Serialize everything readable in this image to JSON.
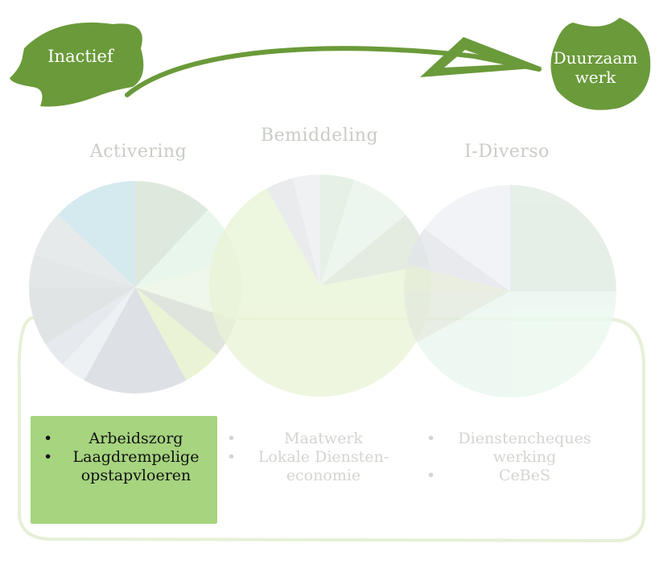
{
  "start": {
    "label": "Inactief"
  },
  "end": {
    "line1": "Duurzaam",
    "line2": "werk"
  },
  "columns": [
    {
      "title": "Activering",
      "items": [
        "Arbeidszorg",
        "Laagdrempelige opstapvloeren"
      ]
    },
    {
      "title": "Bemiddeling",
      "items": [
        "Maatwerk",
        "Lokale Diensten-economie"
      ]
    },
    {
      "title": "I-Diverso",
      "items": [
        "Dienstencheques werking",
        "CeBeS"
      ]
    }
  ],
  "col1": {
    "item1": "Arbeidszorg",
    "item2a": "Laagdrempelige",
    "item2b": "opstapvloeren"
  },
  "col2": {
    "item1": "Maatwerk",
    "item2a": "Lokale Diensten-",
    "item2b": "economie"
  },
  "col3": {
    "item1a": "Dienstencheques",
    "item1b": "werking",
    "item2": "CeBeS"
  },
  "bullet": "•",
  "colors": {
    "brand_green": "#6a9a3a",
    "highlight_green": "#a6d47f",
    "muted_text": "#c9cdc6",
    "outline_green": "#e6f0d8"
  },
  "pies": [
    {
      "name": "activering",
      "slices": [
        {
          "value": 12,
          "color": "#dde9dc"
        },
        {
          "value": 9,
          "color": "#e9f6ec"
        },
        {
          "value": 9,
          "color": "#eef7ea"
        },
        {
          "value": 6,
          "color": "#dfe5dc"
        },
        {
          "value": 6,
          "color": "#eaf4d5"
        },
        {
          "value": 16,
          "color": "#dde1e6"
        },
        {
          "value": 4,
          "color": "#eef1f3"
        },
        {
          "value": 4,
          "color": "#e6eaee"
        },
        {
          "value": 9,
          "color": "#e1e4e5"
        },
        {
          "value": 5,
          "color": "#e4e7e8"
        },
        {
          "value": 7,
          "color": "#e7eaeb"
        },
        {
          "value": 13,
          "color": "#d5eaee"
        }
      ]
    },
    {
      "name": "bemiddeling",
      "slices": [
        {
          "value": 5,
          "color": "#dfeedf"
        },
        {
          "value": 9,
          "color": "#e7f4ea"
        },
        {
          "value": 8,
          "color": "#dde6d8"
        },
        {
          "value": 70,
          "color": "#e9f4d6"
        },
        {
          "value": 4,
          "color": "#e3e6e8"
        },
        {
          "value": 4,
          "color": "#eceef0"
        }
      ]
    },
    {
      "name": "i-diverso",
      "slices": [
        {
          "value": 25,
          "color": "#e0ece2"
        },
        {
          "value": 42,
          "color": "#eaf7ef"
        },
        {
          "value": 8,
          "color": "#e3eade"
        },
        {
          "value": 4,
          "color": "#e5ebd9"
        },
        {
          "value": 6,
          "color": "#e3e6e9"
        },
        {
          "value": 15,
          "color": "#eef1f4"
        }
      ]
    }
  ]
}
